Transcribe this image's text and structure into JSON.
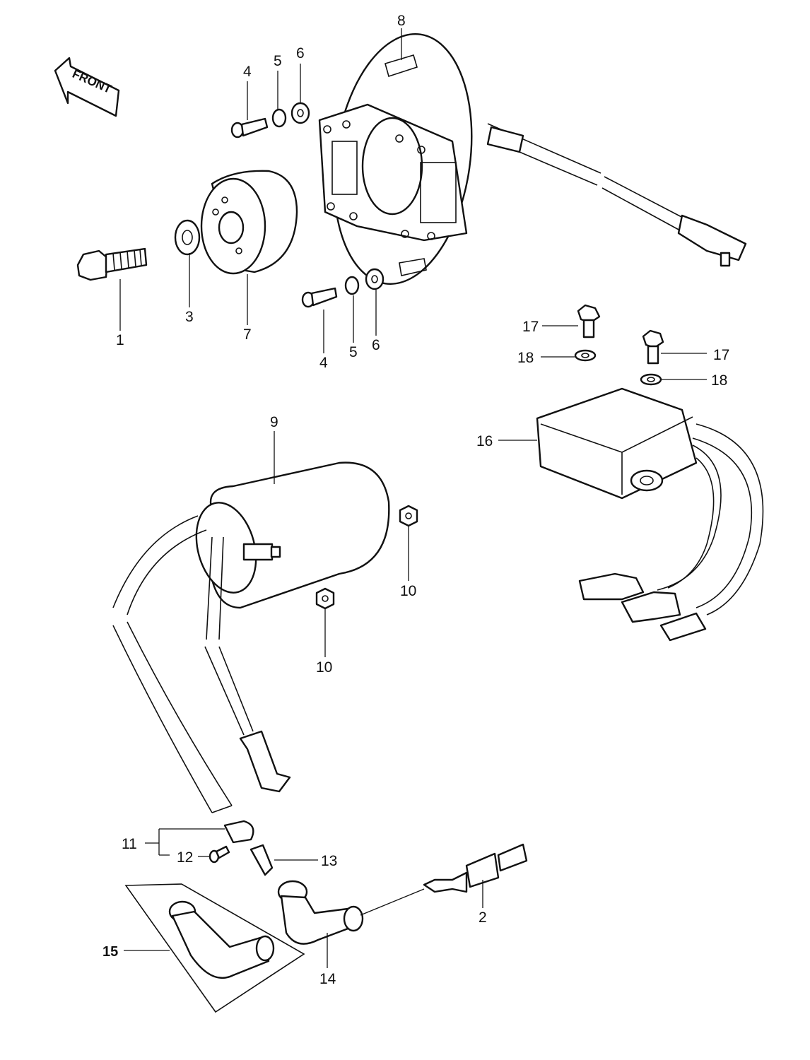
{
  "front_label": "FRONT",
  "callouts": {
    "p1": "1",
    "p2": "2",
    "p3": "3",
    "p4a": "4",
    "p4b": "4",
    "p5a": "5",
    "p5b": "5",
    "p6a": "6",
    "p6b": "6",
    "p7": "7",
    "p8": "8",
    "p9": "9",
    "p10a": "10",
    "p10b": "10",
    "p11": "11",
    "p12": "12",
    "p13": "13",
    "p14": "14",
    "p15": "15",
    "p16": "16",
    "p17a": "17",
    "p17b": "17",
    "p18a": "18",
    "p18b": "18"
  },
  "icons": {
    "front_arrow": "front-direction-arrow"
  }
}
